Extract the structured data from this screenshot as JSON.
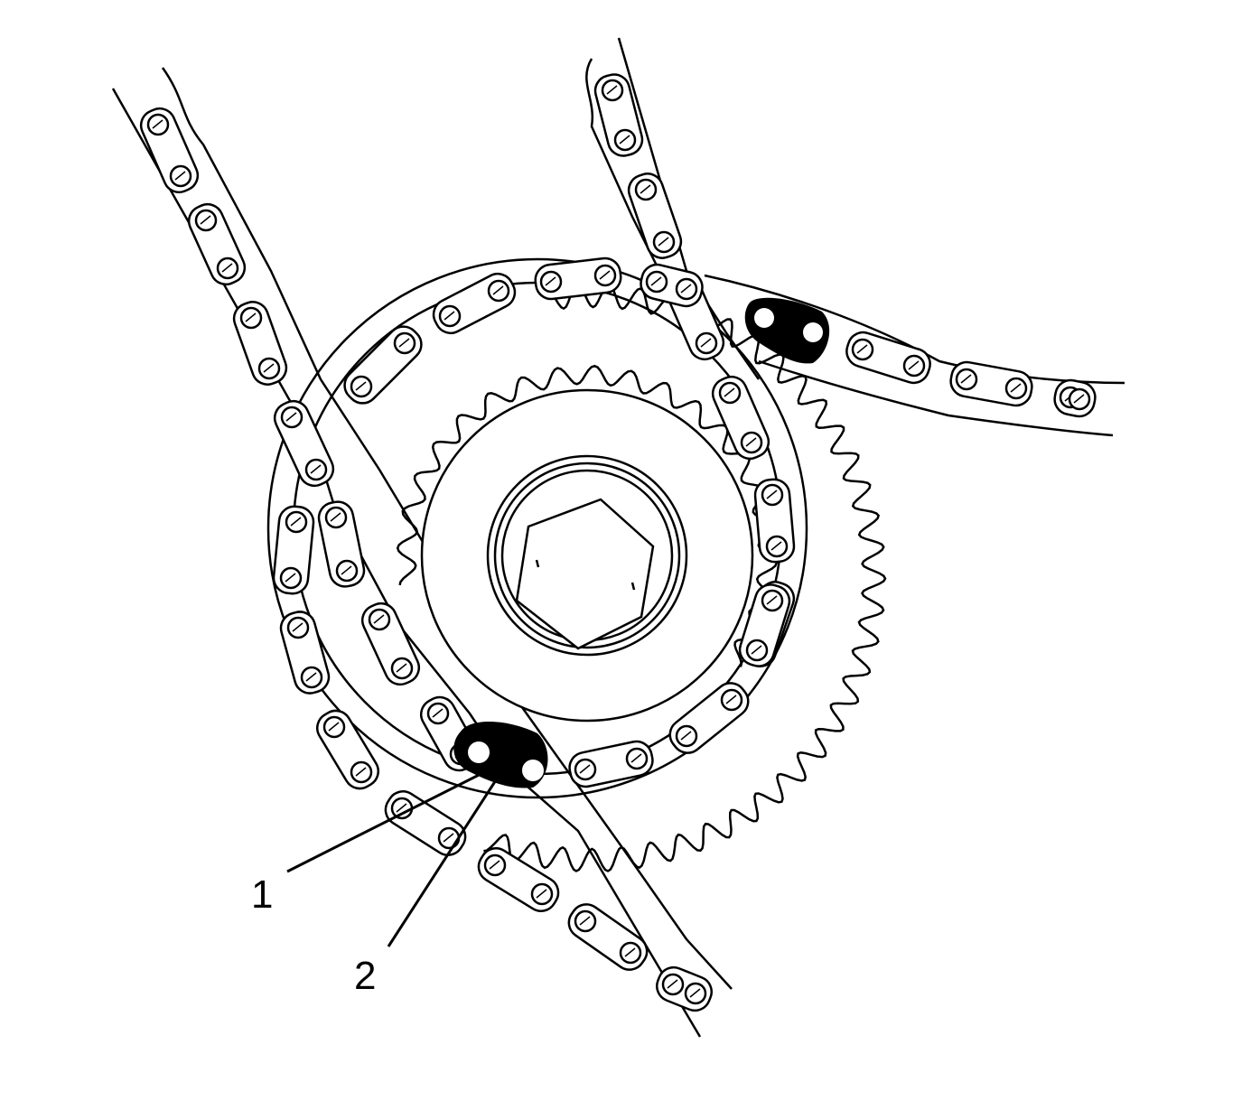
{
  "diagram": {
    "callouts": [
      {
        "id": "1",
        "label": "1"
      },
      {
        "id": "2",
        "label": "2"
      }
    ],
    "colors": {
      "line": "#000000",
      "background": "#ffffff",
      "marked_link": "#000000"
    }
  }
}
